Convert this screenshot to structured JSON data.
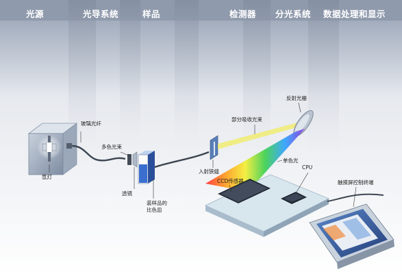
{
  "headers": {
    "light_source": "光源",
    "optical_system": "光导系统",
    "sample": "样品",
    "detector": "检测器",
    "spectral_system": "分光系统",
    "data_processing": "数据处理和显示"
  },
  "labels": {
    "lamp": "氙灯",
    "fiber": "玻璃光纤",
    "polychrome_beam": "多色光束",
    "lens": "透镜",
    "cuvette_line1": "装样品的",
    "cuvette_line2": "比色皿",
    "slit": "入射狭缝",
    "partial_absorbed": "部分吸收光束",
    "grating": "反射光栅",
    "monochrome": "单色光",
    "ccd": "CCD传感器",
    "cpu": "CPU",
    "touchscreen": "触摸屏控制终端"
  },
  "colors": {
    "header_band": "#8f9aac",
    "beam_yellow": "#f1ec72",
    "board": "#d8e6ee",
    "cuvette_blue": "#3a6fd0"
  }
}
